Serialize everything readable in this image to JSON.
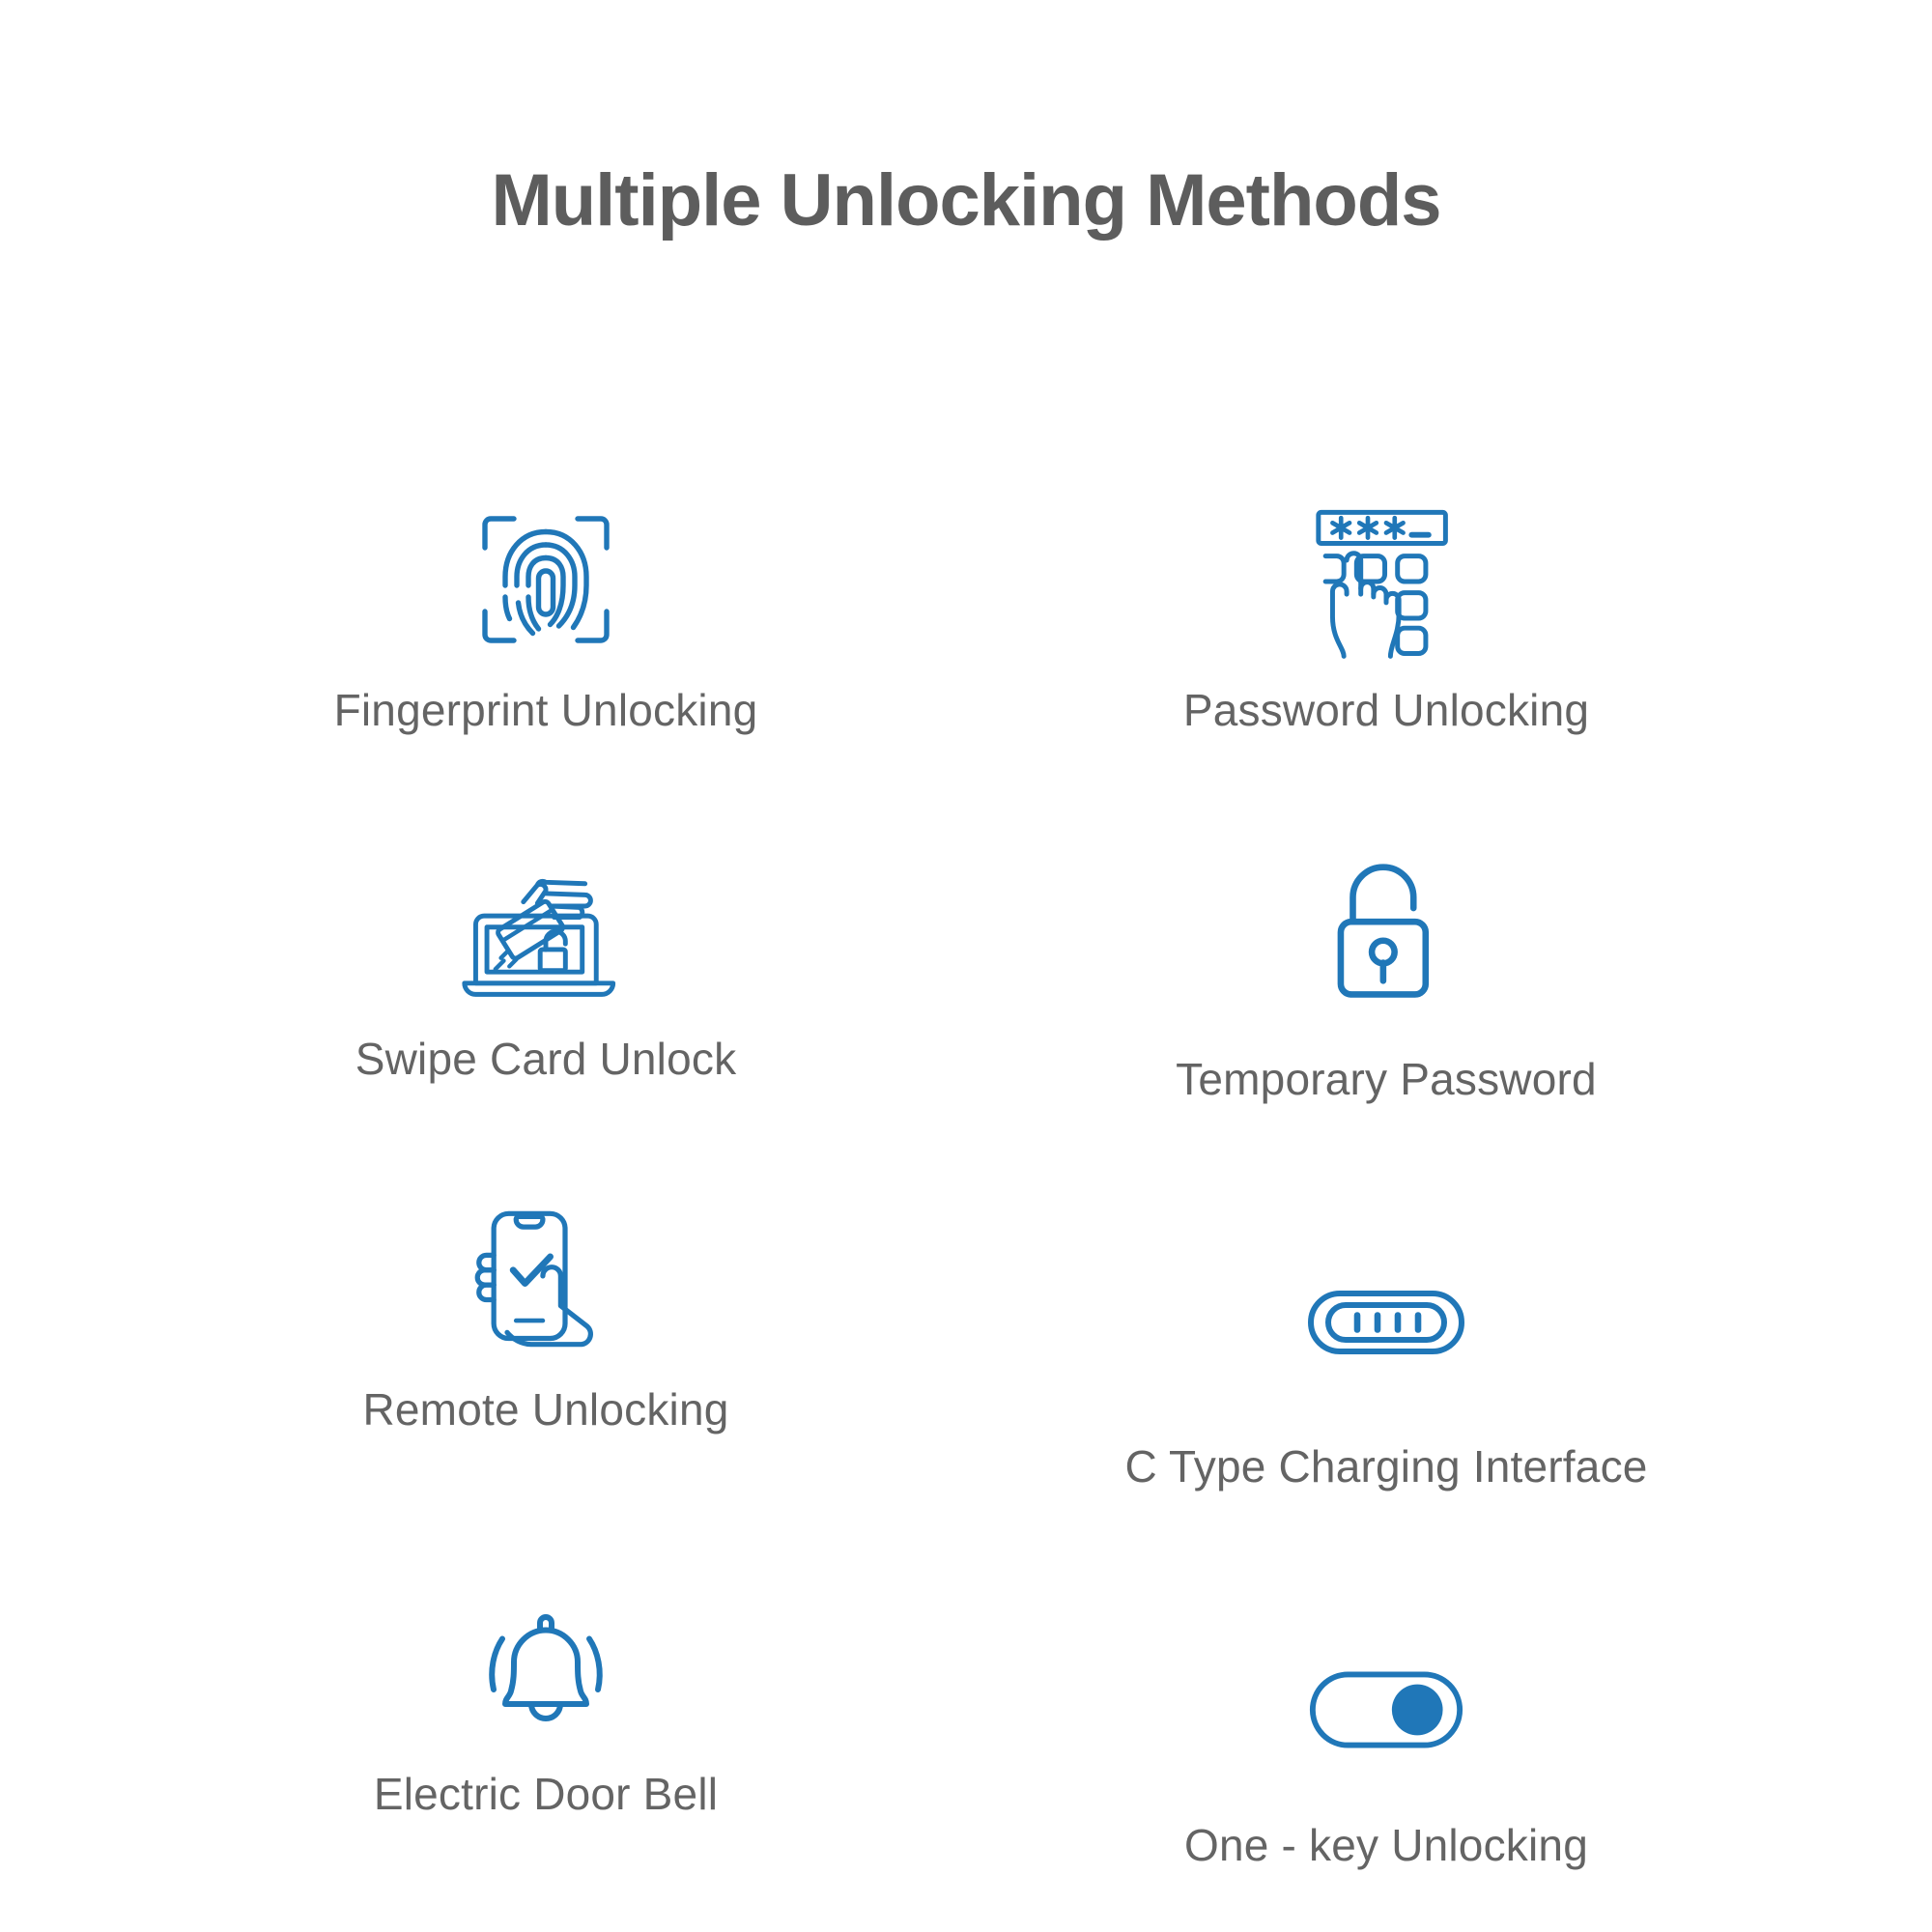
{
  "page": {
    "background_color": "#ffffff",
    "title": "Multiple Unlocking Methods",
    "title_color": "#5d5d5d",
    "accent_color": "#2077b8",
    "label_color": "#646464"
  },
  "features": [
    {
      "id": "fingerprint-unlocking",
      "label": "Fingerprint Unlocking",
      "icon": "fingerprint-scan-icon",
      "icon_color": "#2077b8"
    },
    {
      "id": "password-unlocking",
      "label": "Password Unlocking",
      "icon": "password-keypad-hand-icon",
      "icon_color": "#2077b8",
      "icon_display_text": "***_"
    },
    {
      "id": "swipe-card-unlock",
      "label": "Swipe Card Unlock",
      "icon": "swipe-card-laptop-icon",
      "icon_color": "#2077b8"
    },
    {
      "id": "temporary-password",
      "label": "Temporary Password",
      "icon": "open-padlock-icon",
      "icon_color": "#2077b8"
    },
    {
      "id": "remote-unlocking",
      "label": "Remote Unlocking",
      "icon": "hand-phone-check-icon",
      "icon_color": "#2077b8"
    },
    {
      "id": "c-type-charging-interface",
      "label": "C Type Charging Interface",
      "icon": "usb-c-port-icon",
      "icon_color": "#2077b8"
    },
    {
      "id": "electric-door-bell",
      "label": "Electric Door Bell",
      "icon": "ringing-bell-icon",
      "icon_color": "#2077b8"
    },
    {
      "id": "one-key-unlocking",
      "label": "One - key Unlocking",
      "icon": "toggle-switch-on-icon",
      "icon_color": "#2077b8"
    }
  ]
}
